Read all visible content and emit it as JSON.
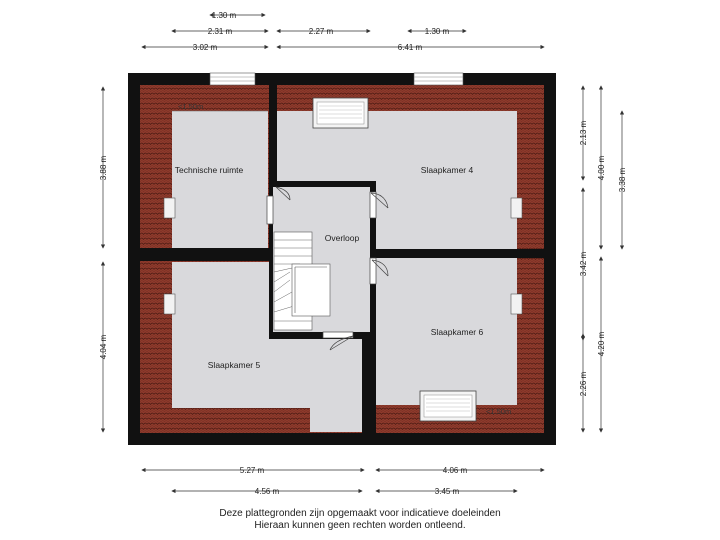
{
  "rooms": {
    "technische": "Technische ruimte",
    "slaapkamer4": "Slaapkamer 4",
    "overloop": "Overloop",
    "slaapkamer5": "Slaapkamer 5",
    "slaapkamer6": "Slaapkamer 6"
  },
  "height_marks": {
    "technische": "<1.50m",
    "slaapkamer6": "<1.50m"
  },
  "dimensions": {
    "top_window_left": "1.30 m",
    "top_left": "2.31 m",
    "top_middle": "2.27 m",
    "top_window_right": "1.30 m",
    "top_outer_left": "3.02 m",
    "top_outer_right": "6.41 m",
    "left_upper": "3.88 m",
    "left_lower": "4.04 m",
    "right_inner_top": "2.13 m",
    "right_inner_middle": "3.42 m",
    "right_inner_bottom": "2.26 m",
    "right_mid_upper": "4.00 m",
    "right_mid_lower": "4.20 m",
    "right_outer": "3.38 m",
    "bottom_left": "5.27 m",
    "bottom_right": "4.06 m",
    "bottom_inner_left": "4.56 m",
    "bottom_inner_right": "3.45 m"
  },
  "colors": {
    "wall": "#111111",
    "floor": "#d9d9dc",
    "roof_tiles": "#8f3a2c"
  },
  "footer": {
    "line1": "Deze plattegronden zijn opgemaakt voor indicatieve doeleinden",
    "line2": "Hieraan kunnen geen rechten worden ontleend."
  }
}
